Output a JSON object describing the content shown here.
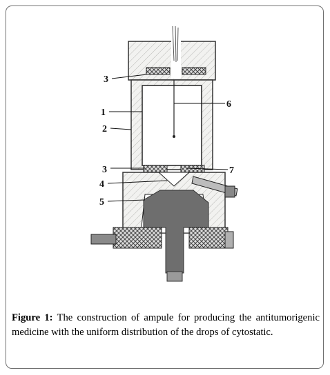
{
  "figure": {
    "caption_label": "Figure 1:",
    "caption_text": "The construction of ampule for producing the antitumorigenic medicine with the uniform distribution of the drops of cytostatic.",
    "part_labels": [
      "3",
      "1",
      "2",
      "6",
      "3",
      "4",
      "7",
      "5"
    ]
  }
}
